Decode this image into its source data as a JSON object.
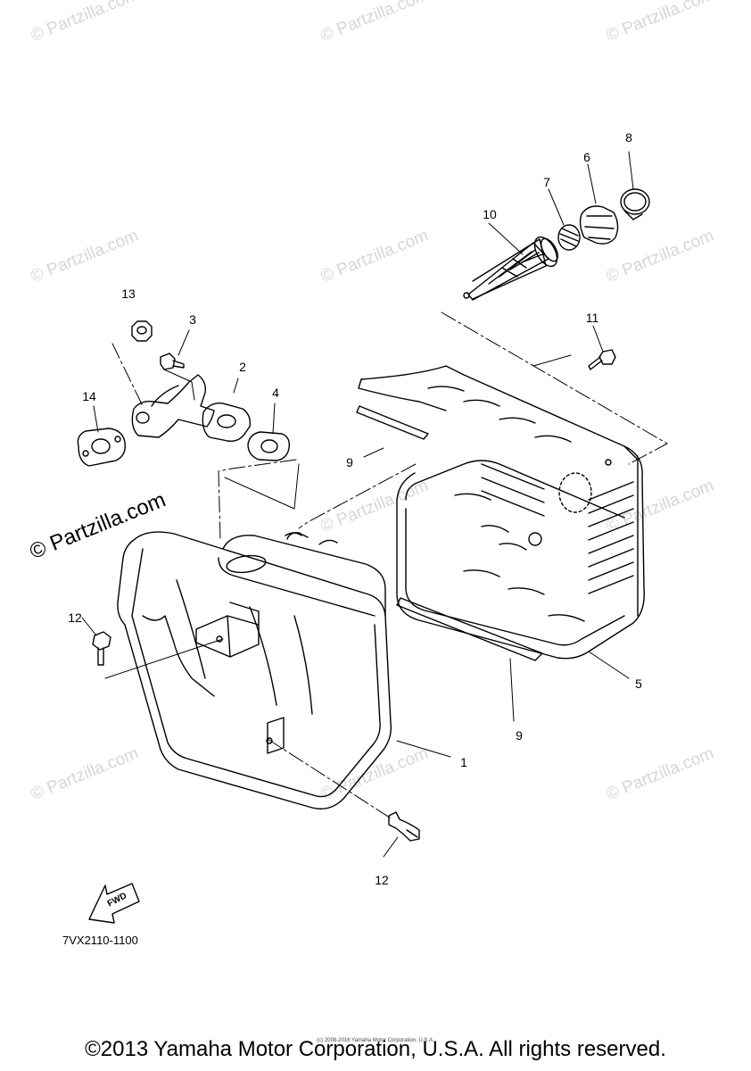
{
  "watermarks": {
    "small": "© Partzilla.com",
    "large": "© Partzilla.com"
  },
  "callouts": {
    "c1": "1",
    "c2": "2",
    "c3": "3",
    "c4": "4",
    "c5": "5",
    "c6": "6",
    "c7": "7",
    "c8": "8",
    "c9a": "9",
    "c9b": "9",
    "c10": "10",
    "c11": "11",
    "c12a": "12",
    "c12b": "12",
    "c13": "13",
    "c14": "14"
  },
  "fwd_label": "FWD",
  "part_code": "7VX2110-1100",
  "copyright": "©2013 Yamaha Motor Corporation, U.S.A. All rights reserved.",
  "tiny_copyright": "(c) 2008-2016 Yamaha Motor Corporation, U.S.A.",
  "colors": {
    "line": "#000000",
    "watermark": "#d6d6d6"
  }
}
